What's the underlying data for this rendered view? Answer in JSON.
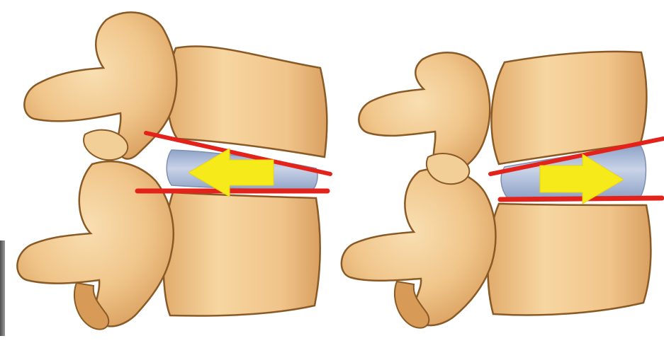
{
  "image": {
    "background": "#ffffff",
    "panels": [
      {
        "id": "left",
        "disc_state": "compressed-anterior",
        "arrow_direction": "left"
      },
      {
        "id": "right",
        "disc_state": "compressed-posterior",
        "arrow_direction": "right"
      }
    ]
  },
  "colors": {
    "bone": "#f0c58a",
    "bone_light": "#f8dcae",
    "bone_shadow": "#c98d4c",
    "bone_outline": "#8a5a26",
    "disc": "#a9b8d6",
    "disc_light": "#c9d3e8",
    "guide_line": "#e3231b",
    "arrow": "#f6ea1a"
  }
}
